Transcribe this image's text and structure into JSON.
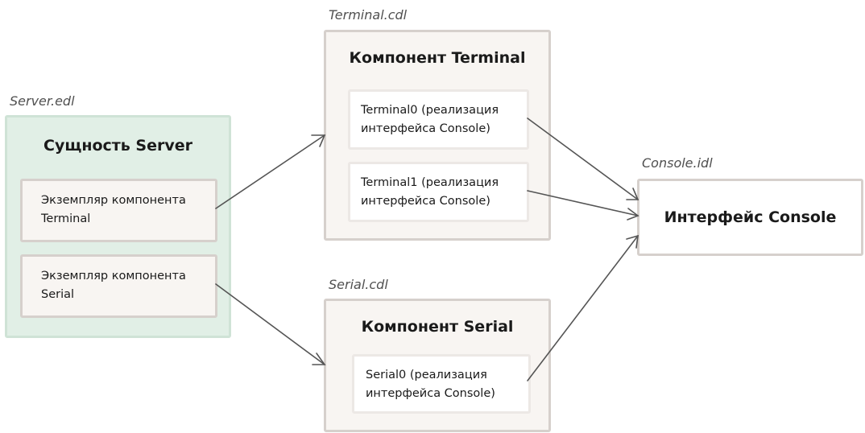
{
  "diagram": {
    "server_file": "Server.edl",
    "server_title": "Сущность Server",
    "server_items": [
      {
        "line1": "Экземпляр компонента",
        "line2": "Terminal"
      },
      {
        "line1": "Экземпляр компонента",
        "line2": "Serial"
      }
    ],
    "terminal_file": "Terminal.cdl",
    "terminal_title": "Компонент Terminal",
    "terminal_items": [
      {
        "line1": "Terminal0 (реализация",
        "line2": "интерфейса Console)"
      },
      {
        "line1": "Terminal1 (реализация",
        "line2": "интерфейса Console)"
      }
    ],
    "serial_file": "Serial.cdl",
    "serial_title": "Компонент Serial",
    "serial_items": [
      {
        "line1": "Serial0 (реализация",
        "line2": "интерфейса Console)"
      }
    ],
    "console_file": "Console.idl",
    "console_title": "Интерфейс Console",
    "colors": {
      "entity_fill": "#e1efe6",
      "component_fill": "#f8f5f2",
      "arrow": "#555555"
    }
  }
}
